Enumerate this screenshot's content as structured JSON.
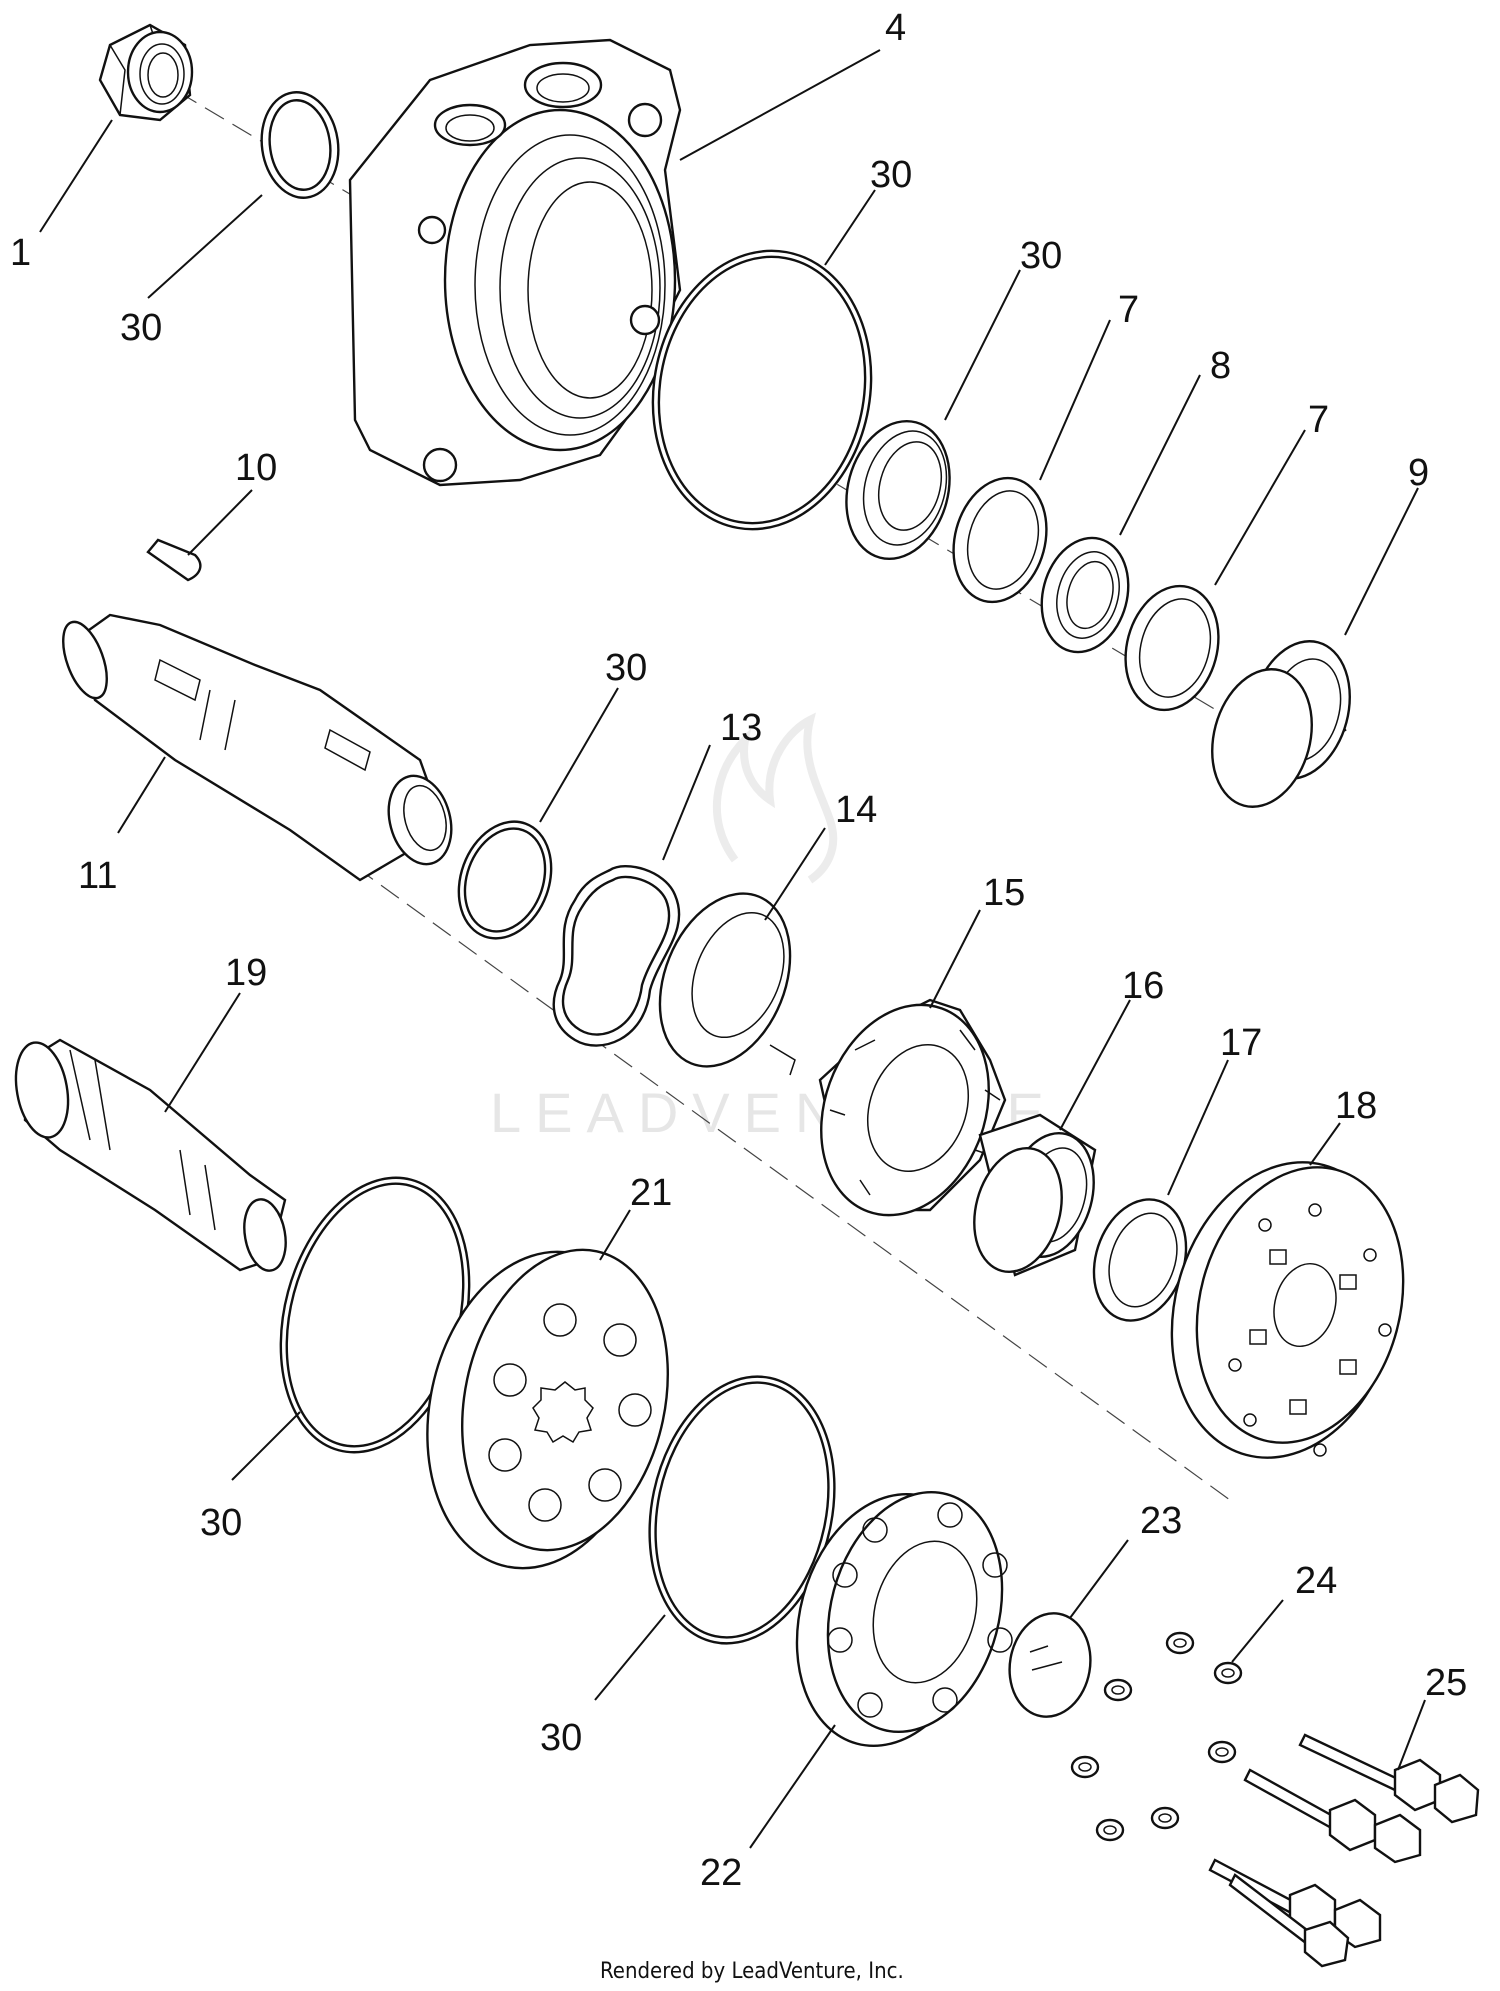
{
  "callouts": [
    {
      "id": "c1",
      "text": "1"
    },
    {
      "id": "c30a",
      "text": "30"
    },
    {
      "id": "c4",
      "text": "4"
    },
    {
      "id": "c30b",
      "text": "30"
    },
    {
      "id": "c30c",
      "text": "30"
    },
    {
      "id": "c7a",
      "text": "7"
    },
    {
      "id": "c8",
      "text": "8"
    },
    {
      "id": "c7b",
      "text": "7"
    },
    {
      "id": "c9",
      "text": "9"
    },
    {
      "id": "c10",
      "text": "10"
    },
    {
      "id": "c11",
      "text": "11"
    },
    {
      "id": "c30d",
      "text": "30"
    },
    {
      "id": "c13",
      "text": "13"
    },
    {
      "id": "c14",
      "text": "14"
    },
    {
      "id": "c15",
      "text": "15"
    },
    {
      "id": "c16",
      "text": "16"
    },
    {
      "id": "c17",
      "text": "17"
    },
    {
      "id": "c18",
      "text": "18"
    },
    {
      "id": "c19",
      "text": "19"
    },
    {
      "id": "c21",
      "text": "21"
    },
    {
      "id": "c30e",
      "text": "30"
    },
    {
      "id": "c30f",
      "text": "30"
    },
    {
      "id": "c23",
      "text": "23"
    },
    {
      "id": "c24",
      "text": "24"
    },
    {
      "id": "c25",
      "text": "25"
    },
    {
      "id": "c22",
      "text": "22"
    }
  ],
  "watermark": "LEADVENTURE",
  "footer": "Rendered by LeadVenture, Inc."
}
